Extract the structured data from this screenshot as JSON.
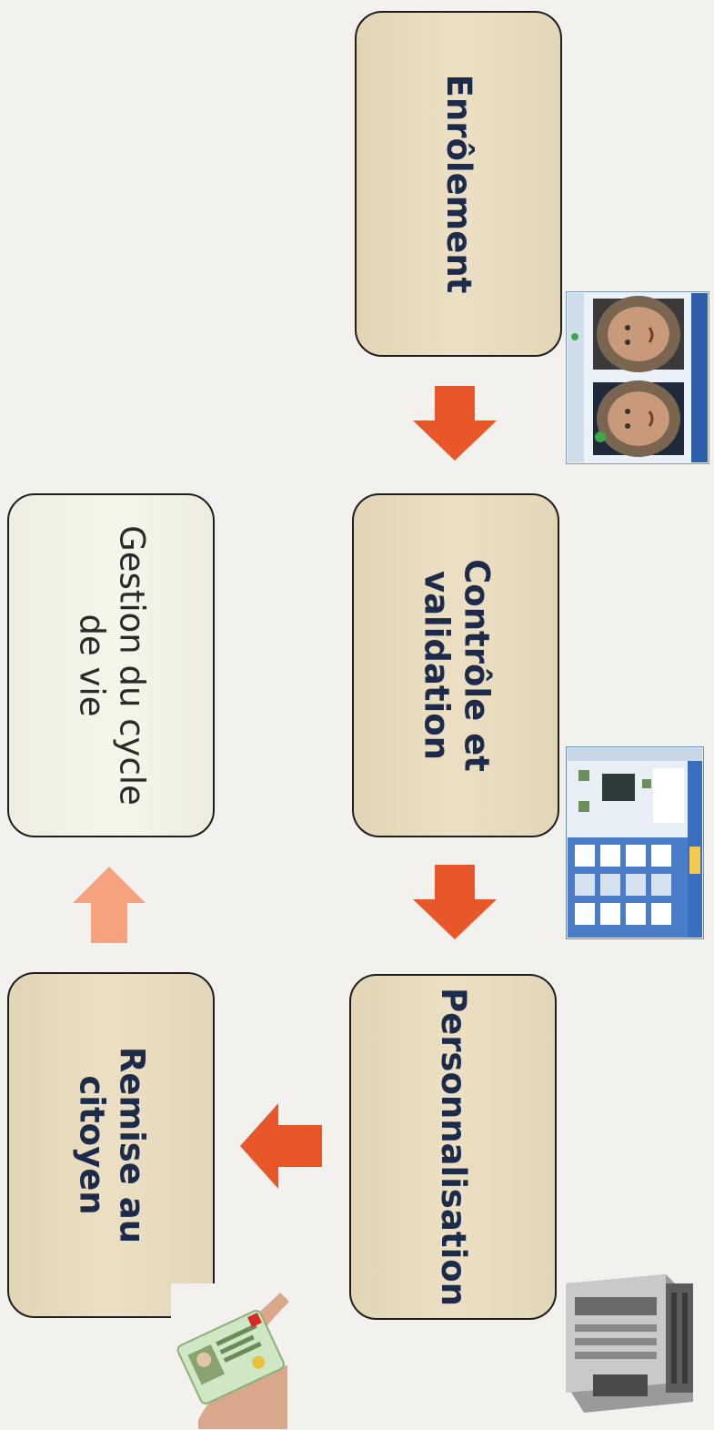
{
  "steps": {
    "enrolement": "Enrôlement",
    "controle": "Contrôle et\nvalidation",
    "personnalisation": "Personnalisation",
    "remise": "Remise au\ncitoyen",
    "gestion": "Gestion du cycle\nde vie"
  },
  "colors": {
    "arrow": "#e8572a",
    "arrow_light": "#f6a27f",
    "box": "#e9dcc0",
    "box_light": "#f3f2e6",
    "text": "#1c2b4a"
  },
  "icons": [
    "enrollment-face-photos-image",
    "validation-software-screen-image",
    "card-printer-machine-image",
    "id-card-in-hand-image"
  ]
}
